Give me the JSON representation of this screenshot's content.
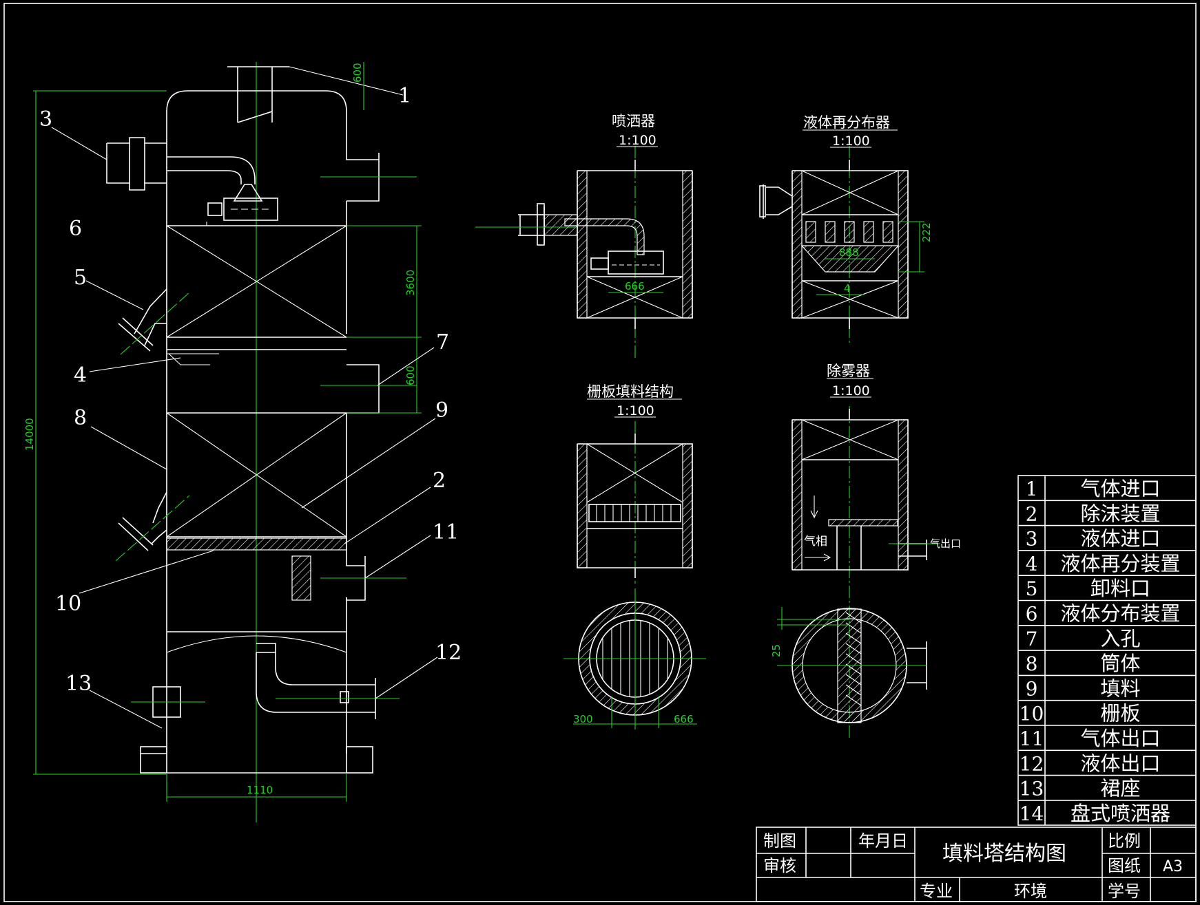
{
  "callouts": [
    "1",
    "2",
    "3",
    "4",
    "5",
    "6",
    "7",
    "8",
    "9",
    "10",
    "11",
    "12",
    "13"
  ],
  "dims": {
    "d600_top": "600",
    "d3600": "3600",
    "d600_mid": "600",
    "d14000": "14000",
    "d1110": "1110"
  },
  "details": {
    "sprayer": {
      "title": "喷洒器",
      "scale": "1:100",
      "dim": "666"
    },
    "redistributor": {
      "title": "液体再分布器",
      "scale": "1:100",
      "dim_a": "888",
      "dim_b": "222",
      "dim_c": "4"
    },
    "grid": {
      "title": "栅板填料结构",
      "scale": "1:100",
      "dim_a": "300",
      "dim_b": "666"
    },
    "demister": {
      "title": "除雾器",
      "scale": "1:100",
      "gas_in": "气相",
      "gas_out": "气出口",
      "dim": "25"
    }
  },
  "parts": [
    {
      "no": "1",
      "name": "气体进口"
    },
    {
      "no": "2",
      "name": "除沫装置"
    },
    {
      "no": "3",
      "name": "液体进口"
    },
    {
      "no": "4",
      "name": "液体再分装置"
    },
    {
      "no": "5",
      "name": "卸料口"
    },
    {
      "no": "6",
      "name": "液体分布装置"
    },
    {
      "no": "7",
      "name": "入孔"
    },
    {
      "no": "8",
      "name": "筒体"
    },
    {
      "no": "9",
      "name": "填料"
    },
    {
      "no": "10",
      "name": "栅板"
    },
    {
      "no": "11",
      "name": "气体出口"
    },
    {
      "no": "12",
      "name": "液体出口"
    },
    {
      "no": "13",
      "name": "裙座"
    },
    {
      "no": "14",
      "name": "盘式喷洒器"
    }
  ],
  "title_block": {
    "drawn": "制图",
    "date": "年月日",
    "checked": "审核",
    "title": "填料塔结构图",
    "scale_label": "比例",
    "sheet_label": "图纸",
    "sheet_value": "A3",
    "major_label": "专业",
    "major_value": "环境",
    "student_label": "学号"
  }
}
